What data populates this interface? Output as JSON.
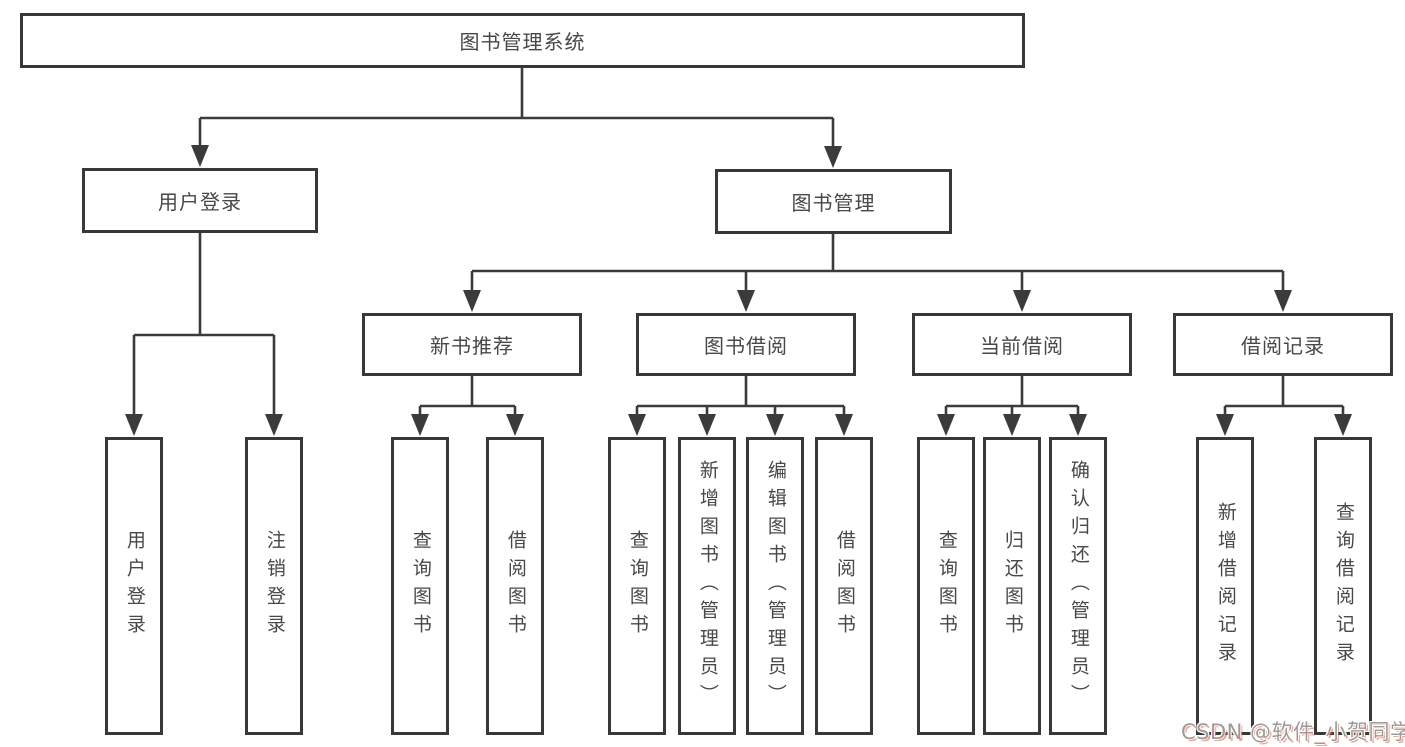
{
  "diagram_type": "hierarchy-tree",
  "tree": {
    "root": {
      "label": "图书管理系统",
      "children": [
        {
          "label": "用户登录",
          "children": [
            {
              "label": "用户登录"
            },
            {
              "label": "注销登录"
            }
          ]
        },
        {
          "label": "图书管理",
          "children": [
            {
              "label": "新书推荐",
              "children": [
                {
                  "label": "查询图书"
                },
                {
                  "label": "借阅图书"
                }
              ]
            },
            {
              "label": "图书借阅",
              "children": [
                {
                  "label": "查询图书"
                },
                {
                  "label": "新增图书（管理员）"
                },
                {
                  "label": "编辑图书（管理员）"
                },
                {
                  "label": "借阅图书"
                }
              ]
            },
            {
              "label": "当前借阅",
              "children": [
                {
                  "label": "查询图书"
                },
                {
                  "label": "归还图书"
                },
                {
                  "label": "确认归还（管理员）"
                }
              ]
            },
            {
              "label": "借阅记录",
              "children": [
                {
                  "label": "新增借阅记录"
                },
                {
                  "label": "查询借阅记录"
                }
              ]
            }
          ]
        }
      ]
    }
  },
  "watermark": {
    "text": "CSDN @软件_小贺同学"
  },
  "colors": {
    "background": "#ffffff",
    "box_border": "#383838",
    "line": "#3b3b3b",
    "text": "#484848",
    "watermark_gray": "#9b9b9b",
    "watermark_red": "#fc5531"
  }
}
